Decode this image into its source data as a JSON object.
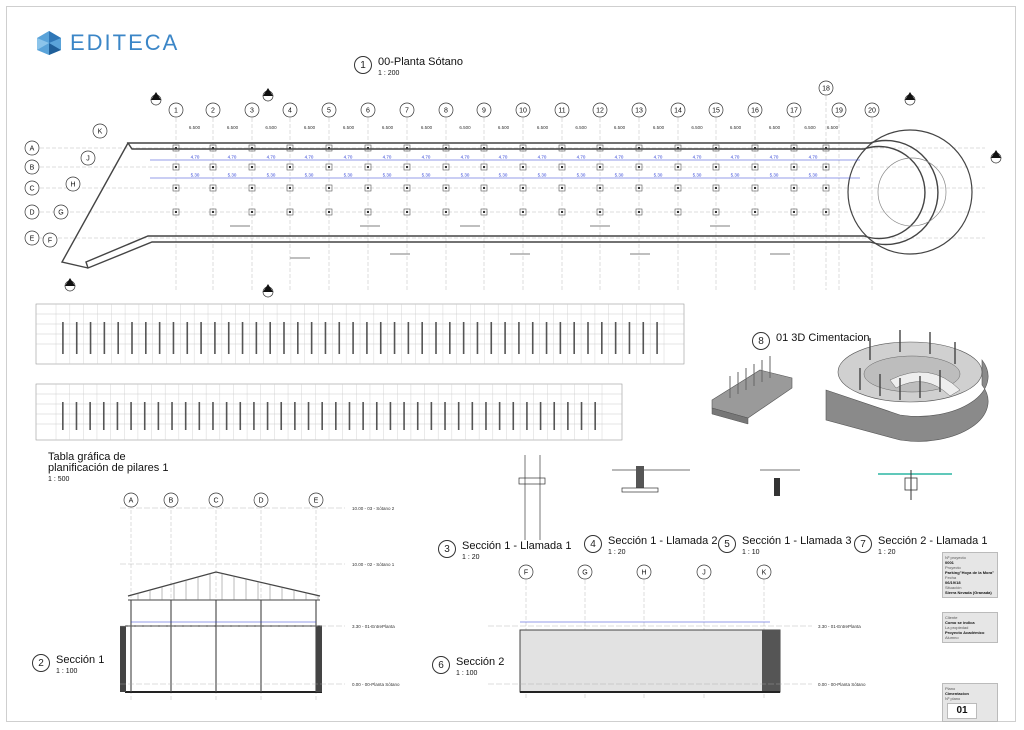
{
  "brand": {
    "logo_text": "EDITECA",
    "accent": "#3b86c7"
  },
  "views": {
    "planta": {
      "num": "1",
      "title": "00-Planta Sótano",
      "scale": "1 : 200"
    },
    "tabla": {
      "title": "Tabla gráfica de planificación de pilares 1",
      "scale": "1 : 500"
    },
    "cimentacion3d": {
      "num": "8",
      "title": "01 3D Cimentacion"
    },
    "seccion1": {
      "num": "2",
      "title": "Sección 1",
      "scale": "1 : 100"
    },
    "seccion2": {
      "num": "6",
      "title": "Sección 2",
      "scale": "1 : 100"
    },
    "llamada1": {
      "num": "3",
      "title": "Sección 1 - Llamada 1",
      "scale": "1 : 20"
    },
    "llamada2": {
      "num": "4",
      "title": "Sección 1 - Llamada 2",
      "scale": "1 : 20"
    },
    "llamada3": {
      "num": "5",
      "title": "Sección 1 - Llamada 3",
      "scale": "1 : 10"
    },
    "llamada4": {
      "num": "7",
      "title": "Sección 2 - Llamada 1",
      "scale": "1 : 20"
    }
  },
  "grid": {
    "numbers": [
      "1",
      "2",
      "3",
      "4",
      "5",
      "6",
      "7",
      "8",
      "9",
      "10",
      "11",
      "12",
      "13",
      "14",
      "15",
      "16",
      "17",
      "18",
      "19",
      "20"
    ],
    "letters": [
      "A",
      "B",
      "C",
      "D",
      "E"
    ],
    "diag_letters": [
      "K",
      "J",
      "H",
      "G",
      "F"
    ],
    "section1_axes": [
      "A",
      "B",
      "C",
      "D",
      "E"
    ],
    "section2_axes": [
      "F",
      "G",
      "H",
      "J",
      "K"
    ],
    "spacing_label": "6.500",
    "span_label": "4.70",
    "span_label2": "5.30"
  },
  "levels": {
    "techo": "10.00 - 03 - Sótano 2",
    "s1": "10.00 - 02 - Sótano 1",
    "entre": "3.30 - 01-EntrePlanta",
    "sotano": "0.00 - 00-Planta Sótano"
  },
  "title_block": {
    "proyecto_n_label": "Nº proyecto",
    "proyecto_n": "0001",
    "proyecto_label": "Proyecto",
    "proyecto": "Parking\"Hoya de la Mora\"",
    "fecha_label": "Fecha",
    "fecha": "06/19/18",
    "situacion_label": "Situación",
    "situacion": "Sierra Nevada (Granada)",
    "cliente_label": "Cliente",
    "cliente": "Como se indica",
    "propiedad_label": "La propiedad",
    "propiedad": "Proyecto Académico",
    "alumno_label": "Alumno",
    "plano_label": "Plano",
    "plano": "Cimentacion",
    "n_plano_label": "Nº plano",
    "n_plano": "01"
  }
}
